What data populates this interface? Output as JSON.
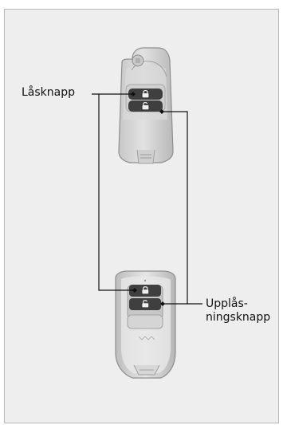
{
  "labels": {
    "lock_button": "Låsknapp",
    "unlock_button_line1": "Upplås-",
    "unlock_button_line2": "ningsknapp"
  },
  "icons": {
    "lock_symbol": "closed-padlock-icon",
    "unlock_symbol": "open-padlock-icon"
  },
  "colors": {
    "background": "#eeeeee",
    "frame_border": "#b8b8b8",
    "key_body": "#d8d8d8",
    "key_outline": "#8e8e8e",
    "button_dark": "#3f3f3f",
    "callout_line": "#111111"
  }
}
